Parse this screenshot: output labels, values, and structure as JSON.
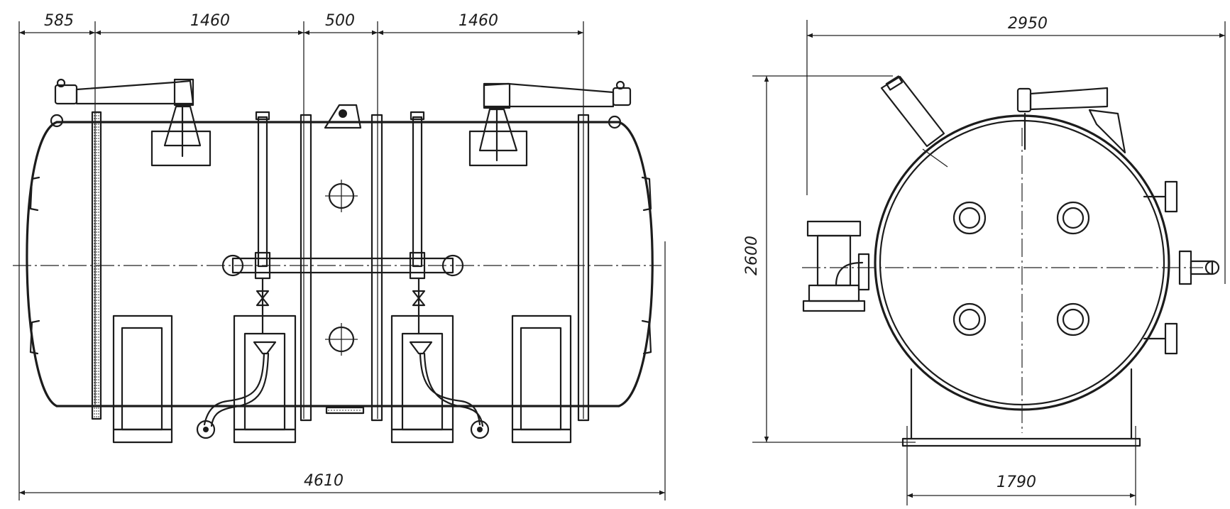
{
  "side_view": {
    "dimensions": {
      "d585": "585",
      "d1460_left": "1460",
      "d500": "500",
      "d1460_right": "1460",
      "d4610": "4610"
    }
  },
  "end_view": {
    "dimensions": {
      "d2950": "2950",
      "d2600": "2600",
      "d1790": "1790"
    }
  }
}
